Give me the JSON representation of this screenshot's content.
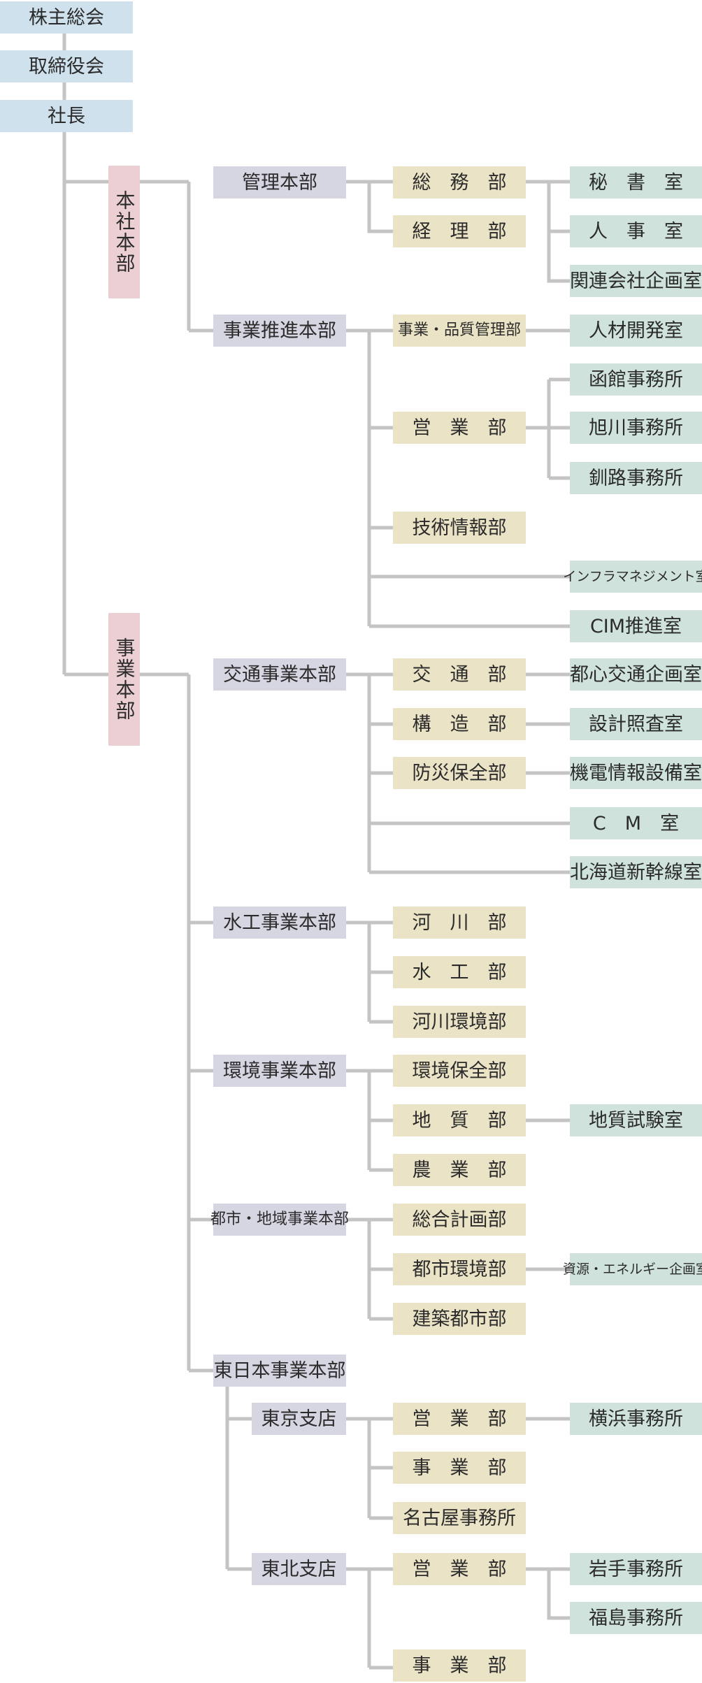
{
  "top": {
    "shareholders": "株主総会",
    "board": "取締役会",
    "president": "社長"
  },
  "divisions": {
    "hq": "本社本部",
    "business": "事業本部"
  },
  "hq": {
    "admin": "管理本部",
    "general_affairs": "総　務　部",
    "accounting": "経　理　部",
    "secretary": "秘　書　室",
    "hr": "人　事　室",
    "affiliates": "関連会社企画室",
    "promotion": "事業推進本部",
    "quality": "事業・品質管理部",
    "talent": "人材開発室",
    "sales": "営　業　部",
    "hakodate": "函館事務所",
    "asahikawa": "旭川事務所",
    "kushiro": "釧路事務所",
    "tech_info": "技術情報部",
    "infra": "インフラマネジメント室",
    "cim": "CIM推進室"
  },
  "business": {
    "traffic": "交通事業本部",
    "traffic_dept": "交　通　部",
    "urban_traffic": "都心交通企画室",
    "structure": "構　造　部",
    "design_check": "設計照査室",
    "disaster": "防災保全部",
    "mechanical": "機電情報設備室",
    "cm": "C　M　室",
    "shinkansen": "北海道新幹線室",
    "water": "水工事業本部",
    "river": "河　川　部",
    "hydraulic": "水　工　部",
    "river_env": "河川環境部",
    "environment": "環境事業本部",
    "env_conservation": "環境保全部",
    "geology": "地　質　部",
    "geo_lab": "地質試験室",
    "agriculture": "農　業　部",
    "urban": "都市・地域事業本部",
    "planning": "総合計画部",
    "urban_env": "都市環境部",
    "resources": "資源・エネルギー企画室",
    "architecture": "建築都市部",
    "east": "東日本事業本部",
    "tokyo": "東京支店",
    "tokyo_sales": "営　業　部",
    "yokohama": "横浜事務所",
    "tokyo_business": "事　業　部",
    "nagoya": "名古屋事務所",
    "tohoku": "東北支店",
    "tohoku_sales": "営　業　部",
    "iwate": "岩手事務所",
    "fukushima": "福島事務所",
    "tohoku_business": "事　業　部"
  }
}
